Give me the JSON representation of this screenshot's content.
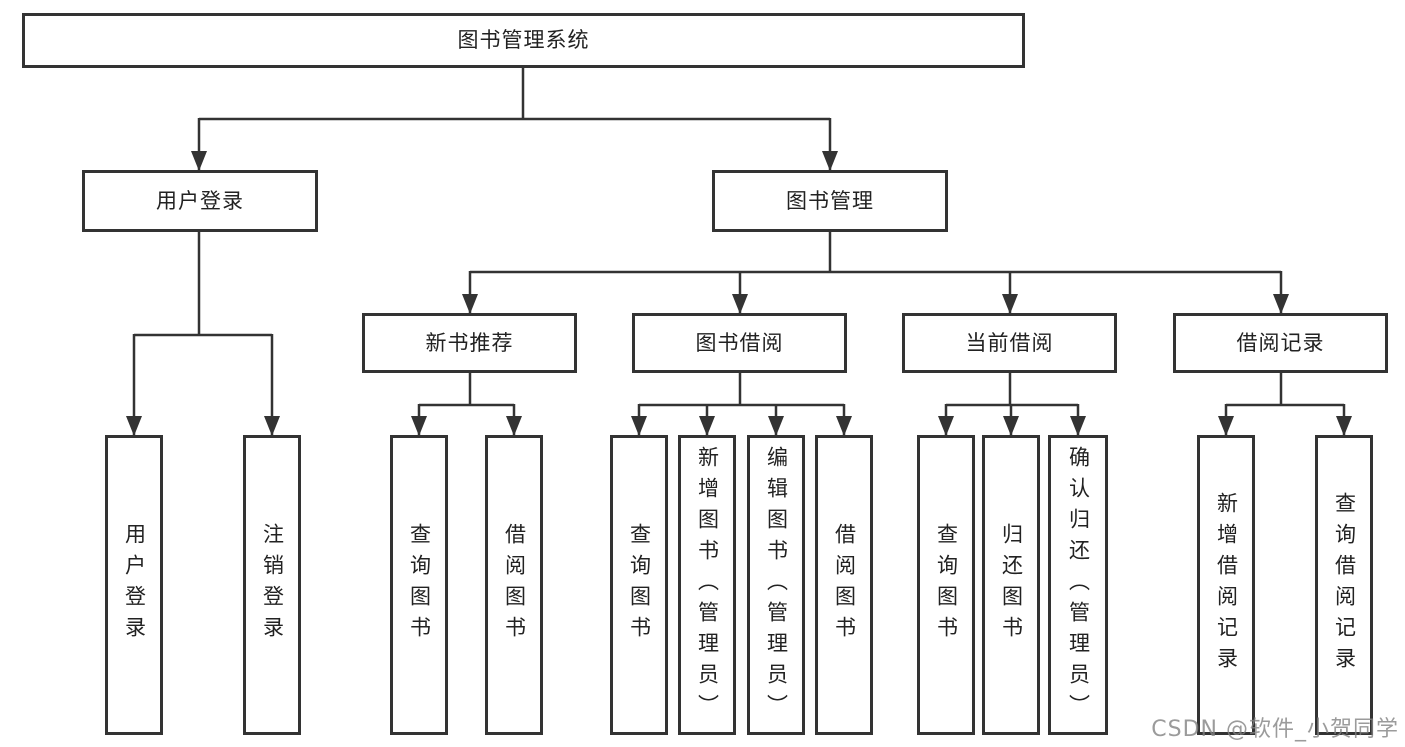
{
  "tree": {
    "label": "图书管理系统",
    "children": [
      {
        "label": "用户登录",
        "children": [
          {
            "label": "用户登录"
          },
          {
            "label": "注销登录"
          }
        ]
      },
      {
        "label": "图书管理",
        "children": [
          {
            "label": "新书推荐",
            "children": [
              {
                "label": "查询图书"
              },
              {
                "label": "借阅图书"
              }
            ]
          },
          {
            "label": "图书借阅",
            "children": [
              {
                "label": "查询图书"
              },
              {
                "label": "新增图书（管理员）"
              },
              {
                "label": "编辑图书（管理员）"
              },
              {
                "label": "借阅图书"
              }
            ]
          },
          {
            "label": "当前借阅",
            "children": [
              {
                "label": "查询图书"
              },
              {
                "label": "归还图书"
              },
              {
                "label": "确认归还（管理员）"
              }
            ]
          },
          {
            "label": "借阅记录",
            "children": [
              {
                "label": "新增借阅记录"
              },
              {
                "label": "查询借阅记录"
              }
            ]
          }
        ]
      }
    ]
  },
  "watermark": {
    "text": "CSDN @软件_小贺同学"
  },
  "colors": {
    "line": "#333333",
    "box_border": "#333333",
    "text": "#222222",
    "background": "#ffffff",
    "watermark": "#828282"
  }
}
